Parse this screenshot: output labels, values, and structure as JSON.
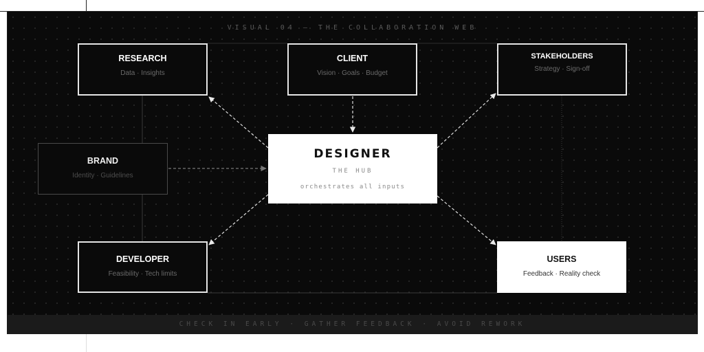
{
  "diagram": {
    "title": "VISUAL 04 — THE COLLABORATION WEB",
    "footer": "CHECK IN EARLY · GATHER FEEDBACK · AVOID REWORK",
    "hub": {
      "label": "DESIGNER",
      "tagline": "THE HUB",
      "subtitle": "orchestrates all inputs"
    },
    "nodes": {
      "research": {
        "label": "RESEARCH",
        "subtitle": "Data · Insights"
      },
      "client": {
        "label": "CLIENT",
        "subtitle": "Vision · Goals · Budget"
      },
      "stakeholders": {
        "label": "STAKEHOLDERS",
        "subtitle": "Strategy · Sign-off"
      },
      "brand": {
        "label": "BRAND",
        "subtitle": "Identity · Guidelines"
      },
      "developer": {
        "label": "DEVELOPER",
        "subtitle": "Feasibility · Tech limits"
      },
      "users": {
        "label": "USERS",
        "subtitle": "Feedback · Reality check"
      }
    },
    "colors": {
      "background": "#0a0a0a",
      "node_border": "#e6e6e6",
      "hub_fill": "#ffffff",
      "connector": "#d0d0d0"
    }
  }
}
